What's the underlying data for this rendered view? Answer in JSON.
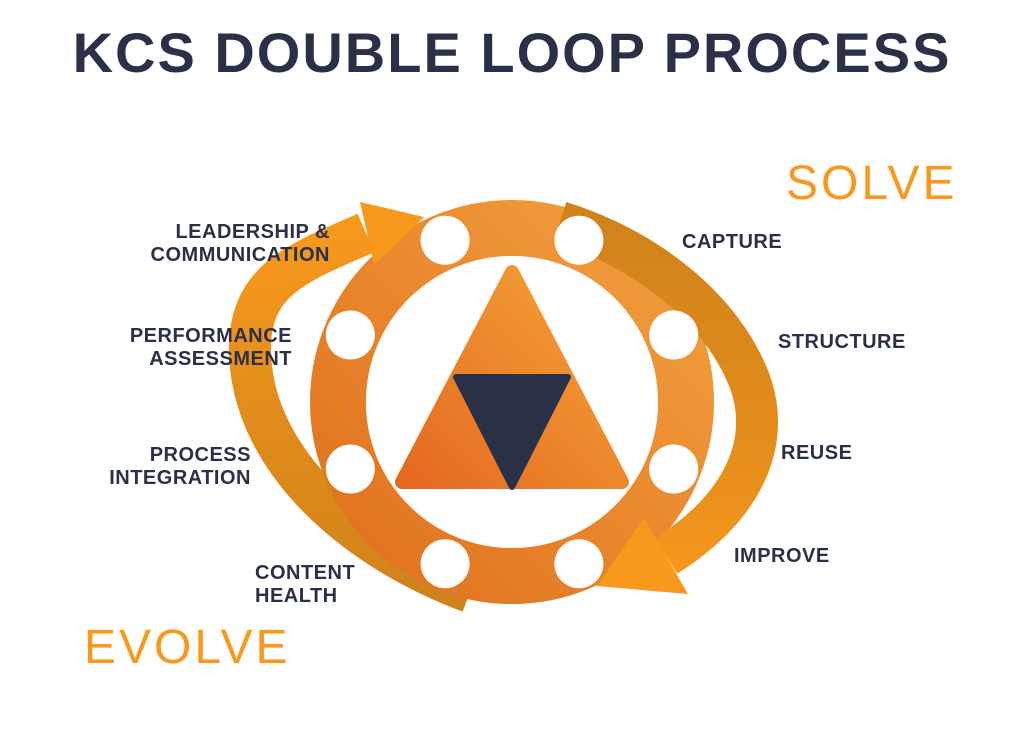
{
  "title": "KCS DOUBLE LOOP PROCESS",
  "loops": {
    "solve": {
      "label": "SOLVE",
      "steps": [
        "CAPTURE",
        "STRUCTURE",
        "REUSE",
        "IMPROVE"
      ]
    },
    "evolve": {
      "label": "EVOLVE",
      "steps": [
        "LEADERSHIP &\nCOMMUNICATION",
        "PERFORMANCE\nASSESSMENT",
        "PROCESS\nINTEGRATION",
        "CONTENT\nHEALTH"
      ]
    }
  },
  "colors": {
    "navy": "#2A3048",
    "orange": "#F8991C",
    "gold": "#CF831B",
    "ring_dark": "#E0701D",
    "ring_light": "#F2A03F",
    "tri_dark": "#E2661E",
    "tri_light": "#F6A339",
    "background": "#FFFFFF"
  }
}
